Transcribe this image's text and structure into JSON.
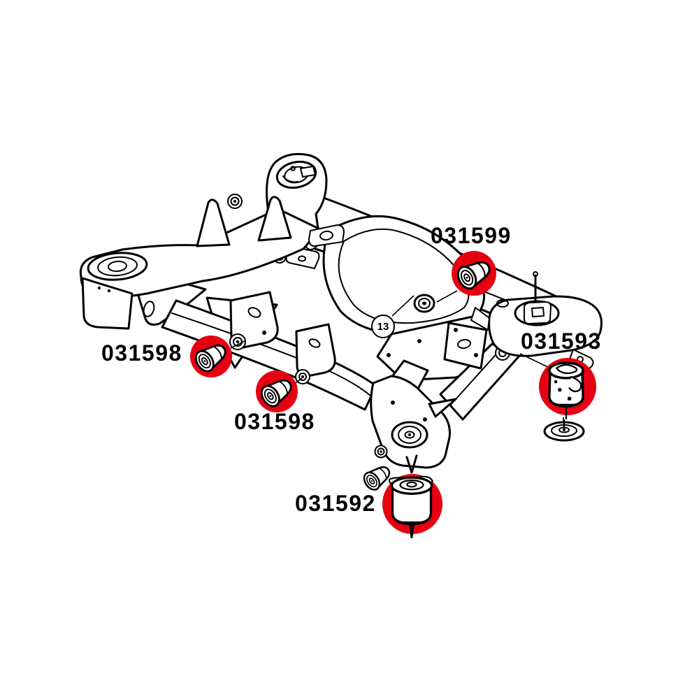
{
  "colors": {
    "background": "#ffffff",
    "line": "#000000",
    "highlight": "#e60012"
  },
  "balloon": {
    "number": "13"
  },
  "callouts": [
    {
      "label": "031599"
    },
    {
      "label": "031598"
    },
    {
      "label": "031598"
    },
    {
      "label": "031593"
    },
    {
      "label": "031592"
    }
  ]
}
